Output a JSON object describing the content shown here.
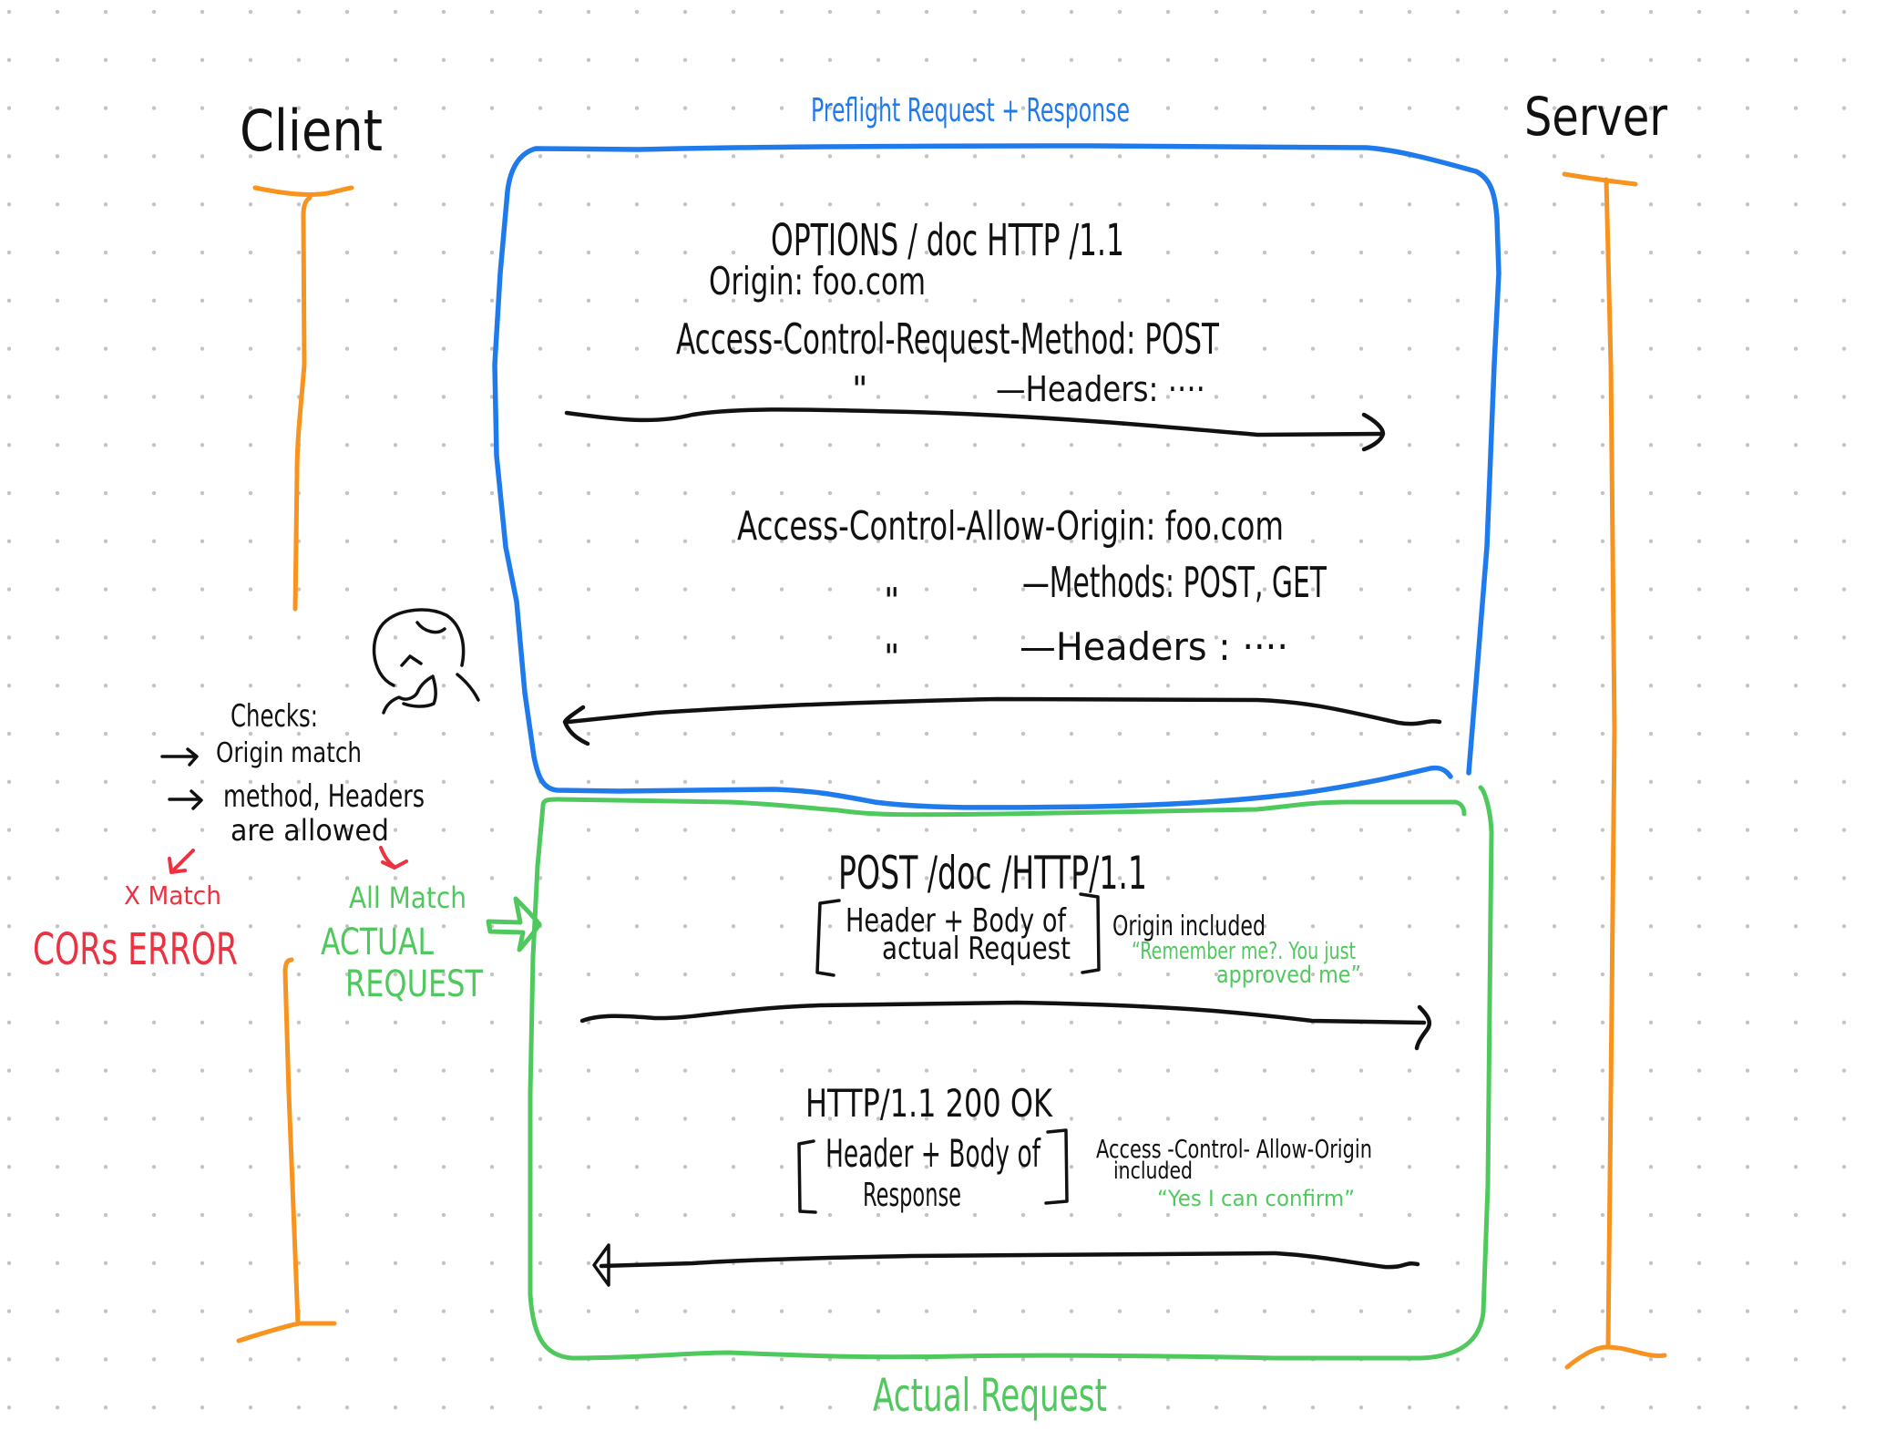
{
  "canvas": {
    "background": "#ffffff",
    "grid": "dotted"
  },
  "colors": {
    "ink": "#111111",
    "preflight_box": "#1F7AEC",
    "actual_box": "#4FC95E",
    "lifeline": "#F7931E",
    "error": "#EC3140",
    "grid_dot": "#C4C4C4"
  },
  "labels": {
    "client": "Client",
    "server": "Server",
    "preflight_title": "Preflight Request + Response",
    "actual_title": "Actual Request"
  },
  "preflight": {
    "request": {
      "line": "OPTIONS / doc HTTP /1.1",
      "origin": "Origin: foo.com",
      "method": "Access-Control-Request-Method: POST",
      "ditto": "\"",
      "headers": "—Headers: ····"
    },
    "response": {
      "allow_origin": "Access-Control-Allow-Origin: foo.com",
      "ditto_1": "\"",
      "allow_methods": "—Methods: POST, GET",
      "ditto_2": "\"",
      "allow_headers": "—Headers : ····"
    }
  },
  "client_checks": {
    "title": "Checks:",
    "items": [
      "Origin match",
      "method, Headers",
      "are allowed"
    ],
    "fail": {
      "label": "X Match",
      "result": "CORs ERROR"
    },
    "pass": {
      "label": "All Match",
      "result_line1": "ACTUAL",
      "result_line2": "REQUEST"
    }
  },
  "actual": {
    "request": {
      "line": "POST /doc /HTTP/1.1",
      "body_line1": "Header + Body of",
      "body_line2": "actual Request",
      "note": "Origin included",
      "quote_line1": "“Remember me?. You just",
      "quote_line2": "approved me”"
    },
    "response": {
      "line": "HTTP/1.1 200 OK",
      "body_line1": "Header + Body of",
      "body_line2": "Response",
      "note_line1": "Access -Control- Allow-Origin",
      "note_line2": "included",
      "quote": "“Yes I can confirm”"
    }
  },
  "icons": {
    "thinking_face": "thinking-person-doodle",
    "pass_arrow": "hollow-right-arrow"
  }
}
